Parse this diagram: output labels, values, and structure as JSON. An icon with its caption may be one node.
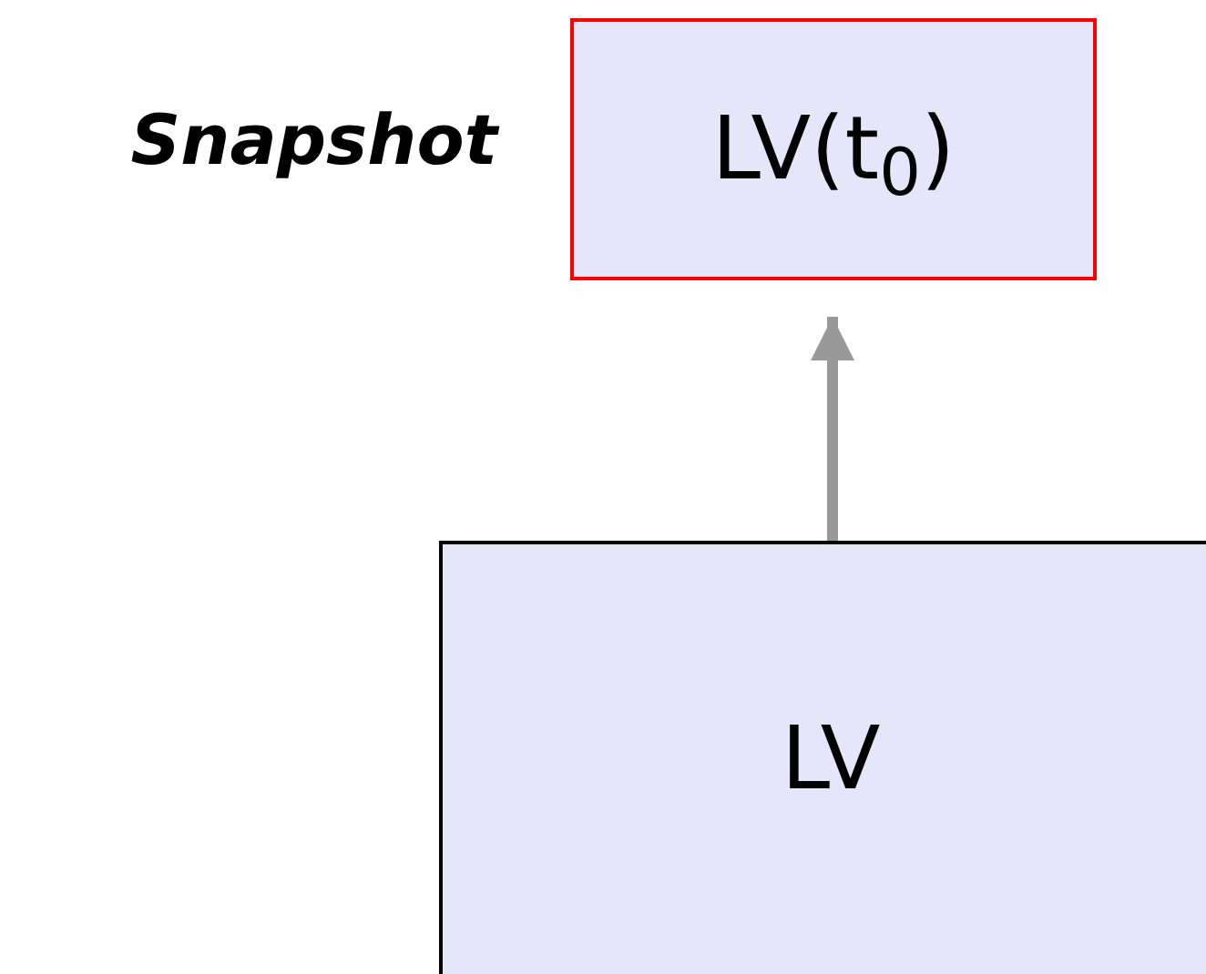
{
  "diagram": {
    "nodes": [
      {
        "text": [
          "LV(t$_{0}$)"
        ],
        "beside": [
          "Snapshot"
        ]
      },
      {
        "text": [
          "LV"
        ]
      }
    ],
    "edges": [
      {
        "from": 1,
        "to": 0,
        "arrow": "to"
      }
    ]
  }
}
